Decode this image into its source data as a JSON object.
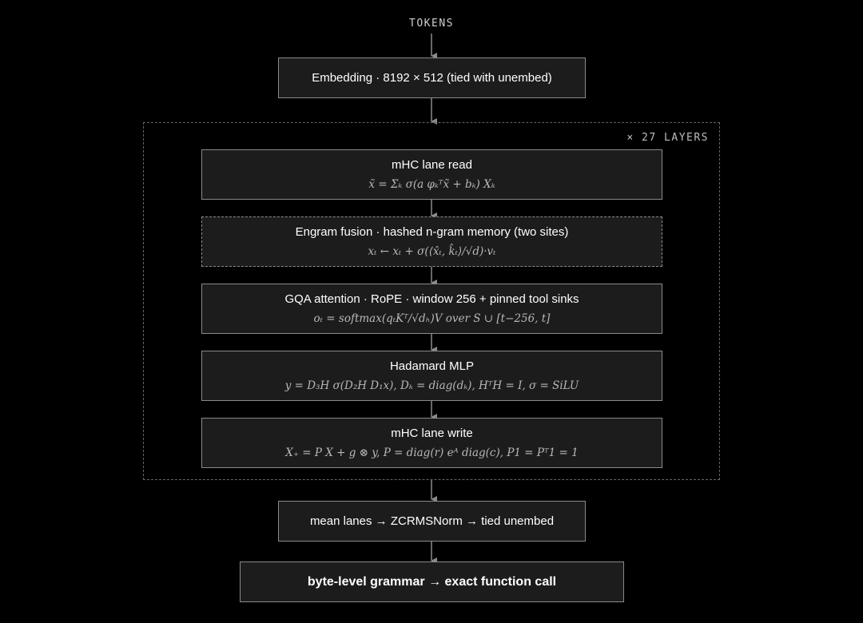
{
  "input_label": "TOKENS",
  "embedding": {
    "title": "Embedding · 8192 × 512 (tied with unembed)"
  },
  "layers_group": {
    "repeat_label": "× 27 LAYERS",
    "blocks": [
      {
        "title": "mHC lane read",
        "formula": "x̃ = Σₖ σ(a φₖᵀx̃ + bₖ) Xₖ"
      },
      {
        "title": "Engram fusion · hashed n-gram memory (two sites)",
        "formula": "xₜ ← xₜ + σ(⟨x̂ₜ, k̂ₜ⟩/√d)·vₜ"
      },
      {
        "title": "GQA attention · RoPE · window 256 + pinned tool sinks",
        "formula": "oₜ = softmax(qₜKᵀ/√dₕ)V over S ∪ [t−256, t]"
      },
      {
        "title": "Hadamard MLP",
        "formula": "y = D₃H σ(D₂H D₁x),   Dₖ = diag(dₖ),   HᵀH = I,   σ = SiLU"
      },
      {
        "title": "mHC lane write",
        "formula": "X₊ = P X + g ⊗ y,   P = diag(r) eᴬ diag(c),   P1 = Pᵀ1 = 1"
      }
    ]
  },
  "output_norm": {
    "title": "mean lanes → ZCRMSNorm → tied unembed"
  },
  "grammar": {
    "title": "byte-level grammar → exact function call"
  }
}
